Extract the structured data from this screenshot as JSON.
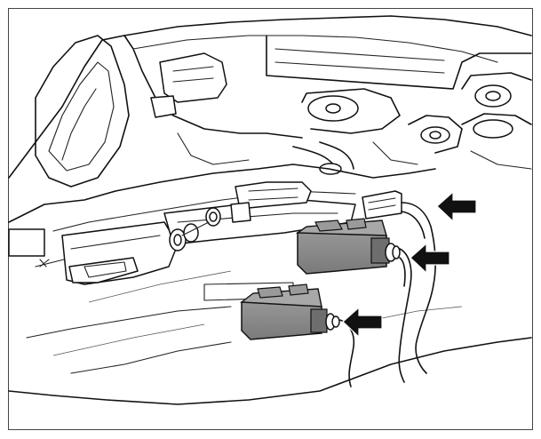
{
  "figure": {
    "description_text": "",
    "colors": {
      "line": "#111111",
      "background": "#ffffff",
      "component_fill": "#8c8c8c",
      "component_shadow": "#5e5e5e",
      "arrow_fill": "#111111"
    },
    "callouts": [
      {
        "icon": "arrow-left-icon",
        "target": "upper-connector"
      },
      {
        "icon": "arrow-left-icon",
        "target": "middle-module-connector"
      },
      {
        "icon": "arrow-left-icon",
        "target": "lower-module-connector"
      }
    ]
  }
}
